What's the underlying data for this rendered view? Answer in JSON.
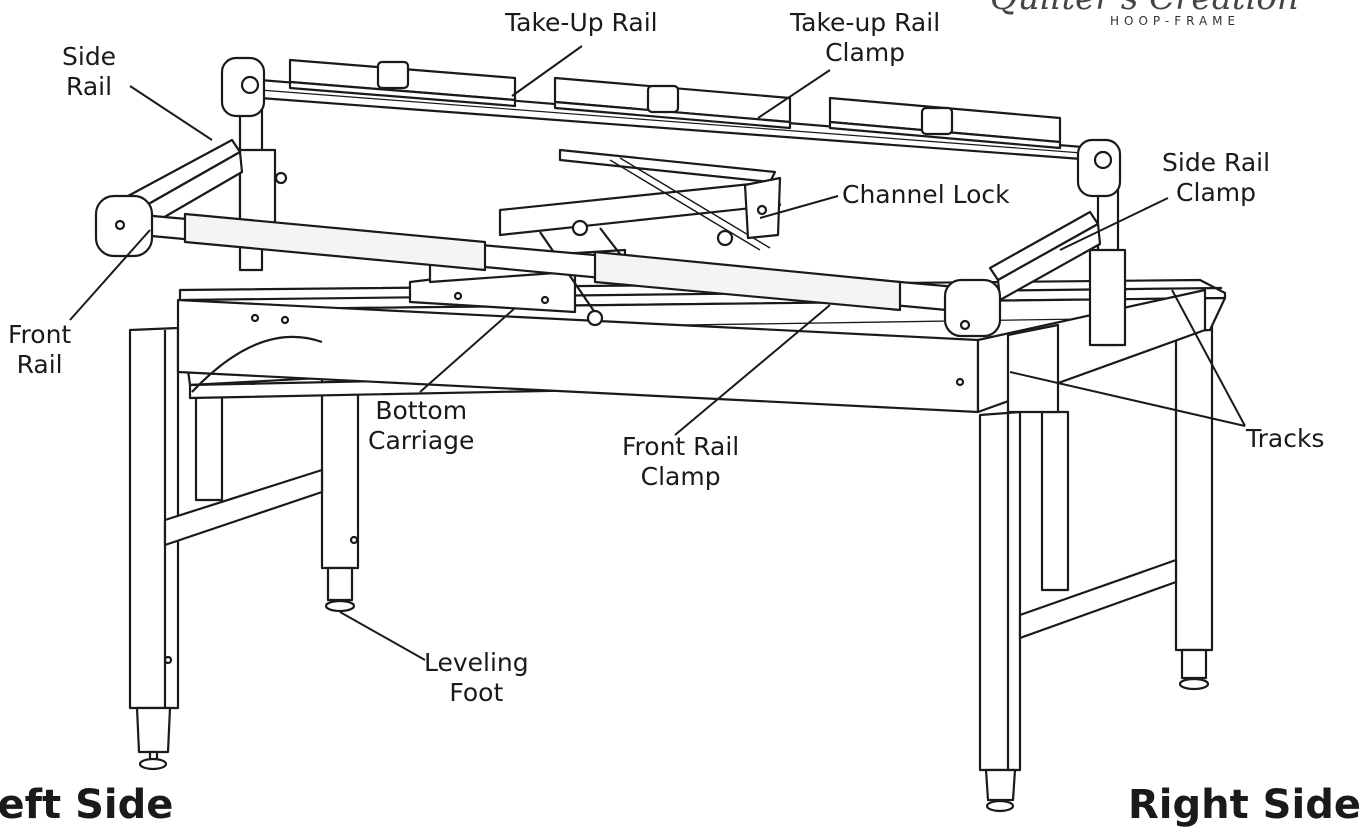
{
  "brand": {
    "script": "Quilter's Creation",
    "subtitle": "HOOP-FRAME"
  },
  "labels": {
    "take_up_rail": "Take-Up Rail",
    "take_up_rail_clamp": [
      "Take-up Rail",
      "Clamp"
    ],
    "side_rail": [
      "Side",
      "Rail"
    ],
    "channel_lock": "Channel Lock",
    "side_rail_clamp": [
      "Side Rail",
      "Clamp"
    ],
    "front_rail": [
      "Front",
      "Rail"
    ],
    "bottom_carriage": [
      "Bottom",
      "Carriage"
    ],
    "front_rail_clamp": [
      "Front Rail",
      "Clamp"
    ],
    "tracks": "Tracks",
    "leveling_foot": [
      "Leveling",
      "Foot"
    ]
  },
  "sides": {
    "left": "Left Side",
    "right": "Right Side"
  }
}
